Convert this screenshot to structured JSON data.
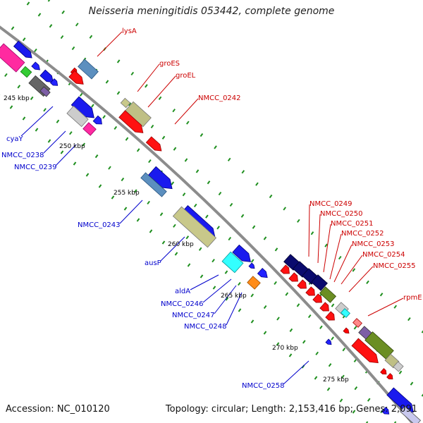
{
  "title": "Neisseria meningitidis 053442, complete genome",
  "accession": "Accession: NC_010120",
  "summary": "Topology: circular; Length: 2,153,416 bp; Genes: 2,091",
  "colors": {
    "backbone": "#8c8c8c",
    "tick": "#1f8f1f",
    "label_top": "#cc0000",
    "label_bottom": "#0000cc",
    "ruler_label": "#000000"
  },
  "ruler_labels": [
    {
      "id": "kbp-245",
      "text": "245 kbp"
    },
    {
      "id": "kbp-250",
      "text": "250 kbp"
    },
    {
      "id": "kbp-255",
      "text": "255 kbp"
    },
    {
      "id": "kbp-260",
      "text": "260 kbp"
    },
    {
      "id": "kbp-265",
      "text": "265 kbp"
    },
    {
      "id": "kbp-270",
      "text": "270 kbp"
    },
    {
      "id": "kbp-275",
      "text": "275 kbp"
    }
  ],
  "gene_labels_outer": [
    {
      "id": "lysA",
      "text": "lysA"
    },
    {
      "id": "groES",
      "text": "groES"
    },
    {
      "id": "groEL",
      "text": "groEL"
    },
    {
      "id": "NMCC_0242",
      "text": "NMCC_0242"
    },
    {
      "id": "NMCC_0249",
      "text": "NMCC_0249"
    },
    {
      "id": "NMCC_0250",
      "text": "NMCC_0250"
    },
    {
      "id": "NMCC_0251",
      "text": "NMCC_0251"
    },
    {
      "id": "NMCC_0252",
      "text": "NMCC_0252"
    },
    {
      "id": "NMCC_0253",
      "text": "NMCC_0253"
    },
    {
      "id": "NMCC_0254",
      "text": "NMCC_0254"
    },
    {
      "id": "NMCC_0255",
      "text": "NMCC_0255"
    },
    {
      "id": "rpmE",
      "text": "rpmE"
    }
  ],
  "gene_labels_inner": [
    {
      "id": "cyaY",
      "text": "cyaY"
    },
    {
      "id": "NMCC_0238",
      "text": "NMCC_0238"
    },
    {
      "id": "NMCC_0239",
      "text": "NMCC_0239"
    },
    {
      "id": "NMCC_0243",
      "text": "NMCC_0243"
    },
    {
      "id": "ausP",
      "text": "ausP"
    },
    {
      "id": "aldA",
      "text": "aldA"
    },
    {
      "id": "NMCC_0246",
      "text": "NMCC_0246"
    },
    {
      "id": "NMCC_0247",
      "text": "NMCC_0247"
    },
    {
      "id": "NMCC_0248",
      "text": "NMCC_0248"
    },
    {
      "id": "NMCC_0258",
      "text": "NMCC_0258"
    }
  ]
}
